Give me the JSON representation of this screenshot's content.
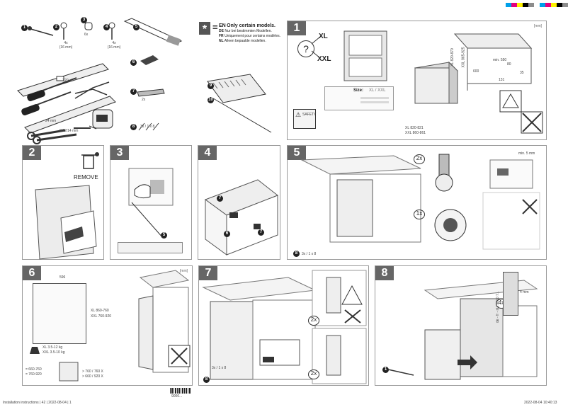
{
  "swatches": [
    "#00a0e9",
    "#e4007f",
    "#fff100",
    "#000000",
    "#8c8c8c",
    "#ffffff",
    "#00a0e9",
    "#e4007f",
    "#fff100",
    "#000000",
    "#8c8c8c",
    "#ffffff",
    "#00a0e9",
    "#e4007f",
    "#fff100",
    "#000000"
  ],
  "accent": "#666666",
  "tools": {
    "items": [
      {
        "n": "1"
      },
      {
        "n": "2",
        "size": "4x\n(16 mm)"
      },
      {
        "n": "3",
        "count": "6x"
      },
      {
        "n": "4",
        "size": "4x\n(16 mm)"
      }
    ],
    "torx": "T20",
    "wrench": "24 mm",
    "hex": "8/12/14 mm"
  },
  "parts": {
    "p5": "5",
    "p6": "6",
    "p7": "7",
    "p7b": "2x",
    "p8": "8",
    "p8_label": "3x / 1 x 8"
  },
  "languages": {
    "star": "*",
    "eq": "=",
    "lines": [
      {
        "code": "EN",
        "text": "Only certain models."
      },
      {
        "code": "DE",
        "text": "Nur bei bestimmten Modellen."
      },
      {
        "code": "FR",
        "text": "Uniquement pour certains modèles."
      },
      {
        "code": "NL",
        "text": "Alleen bepaalde modellen."
      }
    ],
    "p9": "9",
    "p10": "10"
  },
  "step1": {
    "num": "1",
    "unit": "[mm]",
    "q": "?",
    "xl": "XL",
    "xxl": "XXL",
    "size_label": "Size:",
    "size_value": "XL / XXL",
    "safety": "SAFETY",
    "dims": {
      "h1": "XL 820-870",
      "h2": "XXL 865-925",
      "w1": "min. 550",
      "w2": "600",
      "d1": "131",
      "d2": "35",
      "d3": "80"
    },
    "foot": [
      "XL 820-821",
      "XXL 860-861"
    ]
  },
  "step2": {
    "num": "2",
    "remove": "REMOVE"
  },
  "step3": {
    "num": "3",
    "p": "5"
  },
  "step4": {
    "num": "4",
    "p6": "6",
    "p7": "7",
    "p7b": "7"
  },
  "step5": {
    "num": "5",
    "twox": "2x",
    "onex": "1x",
    "min": "min. 5 mm",
    "p8": "8",
    "p8_label": "3x / 1 x 8"
  },
  "step6": {
    "num": "6",
    "unit": "[mm]",
    "width": "596",
    "h": [
      "XL 860-760",
      "XXL 760-920"
    ],
    "weight": [
      "XL 3.5-12 kg",
      "XXL 3.5-10 kg"
    ],
    "ranges": [
      "= 660-760",
      "= 760-920"
    ],
    "x1": "> 760 / 760 X",
    "x2": "> 660 / 920 X"
  },
  "step7": {
    "num": "7",
    "twox_a": "2x",
    "twox_b": "2x",
    "p8": "8",
    "p8_label": "3x / 1 x 8"
  },
  "step8": {
    "num": "8",
    "fourx": "4x",
    "gap": "4 mm",
    "p1": "1",
    "side": "de - fr - nl | 9000 7..."
  },
  "footer": {
    "left": "Installation instructions | 42 | 2022-08-04 | 1",
    "right": "2022-08-04  10:40:13",
    "barcode": "9000..."
  }
}
